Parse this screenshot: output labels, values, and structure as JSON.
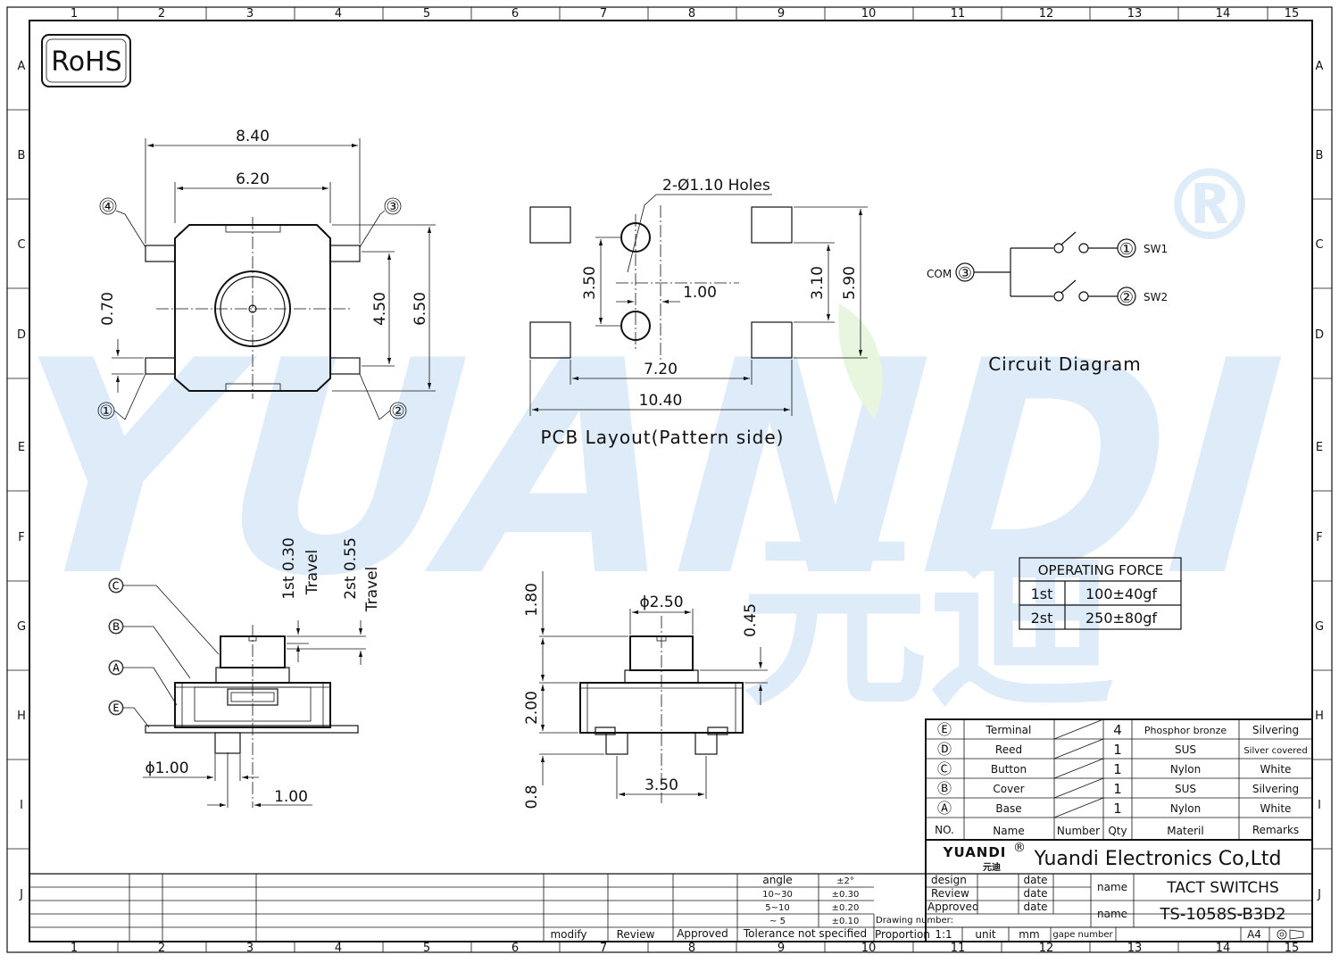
{
  "frame": {
    "col_numbers": [
      "1",
      "2",
      "3",
      "4",
      "5",
      "6",
      "7",
      "8",
      "9",
      "10",
      "11",
      "12",
      "13",
      "14",
      "15"
    ],
    "row_letters": [
      "A",
      "B",
      "C",
      "D",
      "E",
      "F",
      "G",
      "H",
      "I",
      "J"
    ]
  },
  "rohs_label": "RoHS",
  "watermark": {
    "brand": "YUANDI",
    "chinese": "元迪",
    "registered": "®"
  },
  "top_view": {
    "dims": {
      "width_outer": "8.40",
      "width_body": "6.20",
      "pin_gap": "0.70",
      "height_inner": "4.50",
      "height_outer": "6.50"
    },
    "pins": {
      "p1": "①",
      "p2": "②",
      "p3": "③",
      "p4": "④"
    }
  },
  "pcb_layout": {
    "title": "PCB Layout(Pattern side)",
    "holes_label": "2-Ø1.10 Holes",
    "dims": {
      "hole_pitch": "3.50",
      "hole_offset": "1.00",
      "pad_gap": "3.10",
      "pad_span": "5.90",
      "inner_x": "7.20",
      "outer_x": "10.40"
    }
  },
  "circuit": {
    "title": "Circuit Diagram",
    "com_label": "COM",
    "com_pin": "③",
    "sw1_pin": "①",
    "sw1_label": "SW1",
    "sw2_pin": "②",
    "sw2_label": "SW2"
  },
  "side_view": {
    "callouts": {
      "c": "Ⓒ",
      "b": "Ⓑ",
      "a": "Ⓐ",
      "e": "Ⓔ"
    },
    "travel1": {
      "value": "1st  0.30",
      "label": "Travel"
    },
    "travel2": {
      "value": "2st  0.55",
      "label": "Travel"
    },
    "dims": {
      "peg_dia": "ϕ1.00",
      "peg_offset": "1.00"
    }
  },
  "front_view": {
    "dims": {
      "button_dia": "ϕ2.50",
      "button_h": "1.80",
      "cap_step": "0.45",
      "body_h": "2.00",
      "pin_h": "0.8",
      "pin_pitch": "3.50"
    }
  },
  "operating_force": {
    "title": "OPERATING  FORCE",
    "rows": [
      {
        "stage": "1st",
        "force": "100±40gf"
      },
      {
        "stage": "2st",
        "force": "250±80gf"
      }
    ]
  },
  "bom": {
    "headers": {
      "no": "NO.",
      "name": "Name",
      "number": "Number",
      "qty": "Qty",
      "material": "Materil",
      "remarks": "Remarks"
    },
    "rows": [
      {
        "no": "Ⓔ",
        "name": "Terminal",
        "qty": "4",
        "material": "Phosphor bronze",
        "remarks": "Silvering"
      },
      {
        "no": "Ⓓ",
        "name": "Reed",
        "qty": "1",
        "material": "SUS",
        "remarks": "Silver covered"
      },
      {
        "no": "Ⓒ",
        "name": "Button",
        "qty": "1",
        "material": "Nylon",
        "remarks": "White"
      },
      {
        "no": "Ⓑ",
        "name": "Cover",
        "qty": "1",
        "material": "SUS",
        "remarks": "Silvering"
      },
      {
        "no": "Ⓐ",
        "name": "Base",
        "qty": "1",
        "material": "Nylon",
        "remarks": "White"
      }
    ]
  },
  "title_block": {
    "logo_text": "YUANDI",
    "logo_sub": "元迪",
    "logo_reg": "®",
    "company": "Yuandi Electronics Co,Ltd",
    "design": "design",
    "review": "Review",
    "approved": "Approved",
    "date1": "date",
    "date2": "date",
    "date3": "date",
    "name_label1": "name",
    "name_value1": "TACT  SWITCHS",
    "name_label2": "name",
    "name_value2": "TS-1058S-B3D2",
    "drawing_number": "Drawing number:",
    "proportion": "Proportion",
    "scale": "1:1",
    "unit_label": "unit",
    "unit_value": "mm",
    "page_number": "gape number",
    "paper": "A4",
    "tolerance": {
      "angle_label": "angle",
      "angle_value": "±2°",
      "rows": [
        {
          "range": "10~30",
          "tol": "±0.30"
        },
        {
          "range": "5~10",
          "tol": "±0.20"
        },
        {
          "range": "~ 5",
          "tol": "±0.10"
        }
      ],
      "not_specified": "Tolerance  not  specified"
    },
    "revision": {
      "modify": "modify",
      "review": "Review",
      "approved": "Approved"
    }
  }
}
